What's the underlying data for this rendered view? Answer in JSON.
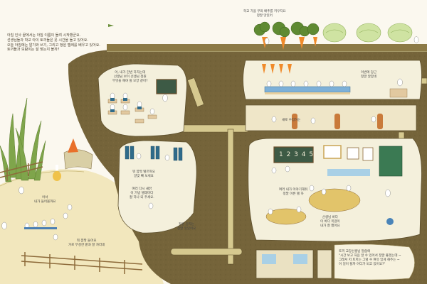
{
  "story_intro": {
    "lines": [
      "아침 인사 끝에서는 아침 이름이 들려 시작했군요.",
      "선생님들과 학교 아이 토끼들은 뭇 시간을 돌고 있어요.",
      "오늘 아침에는 알기와 쓰기, 그리고 정원 텔레를 배우고 있어요.",
      "토끼들과 보람이는 잘 맞는지 볼까?"
    ]
  },
  "garden_caption": {
    "lines": [
      "학교 가을 무와 배추를 키우지요",
      "정말 맛있어"
    ]
  },
  "meadow_caption": {
    "lines": [
      "어서",
      "내가 들어볼까요"
    ]
  },
  "path_caption": {
    "lines": [
      "뭐 깜짝 들어요",
      "가로 무성한 밭과 잘 자라네"
    ]
  },
  "classroom_speech": {
    "lines": [
      "어, 내가 한번 하자는데",
      "선생님 보이 선생님 정원",
      "무엇을 해야 될 모양 같아?"
    ]
  },
  "storeroom_speech": {
    "lines": [
      "이번에 당근",
      "정말 알맞네"
    ]
  },
  "hall_sign": "새로 수업하는",
  "lockerroom_speech": {
    "lines": [
      "뭐 깜짝 텔르까요",
      "알맞 빼 보세요"
    ]
  },
  "lockerroom_speech2": {
    "lines": [
      "여러 다시 새맑",
      "이 가방 텔레마다",
      "잘 하나 되 주세요."
    ]
  },
  "kitchen_speech": {
    "lines": [
      "정원 감자는",
      "정말 맛있어요"
    ]
  },
  "hallway_speech": {
    "lines": [
      "여러 내가 이야기해줘",
      "정말 어른 텔 하"
    ]
  },
  "artroom_speech": {
    "lines": [
      "선생님 바다",
      "이 바다 목걸이",
      "내가 잘 했어요"
    ]
  },
  "lower_story": {
    "lines": [
      "토끼 교장선생님 말씀에",
      "\"시간 보고 처음 알 수 있어서 정말 좋겠는데 ~",
      "그래서 저 토끼는 그럴 수 여유 있게 해주는 ~",
      "이 일이 될까 어디가 되고 있어요?\""
    ]
  },
  "chalkboard_numbers": "1 2 3 4 5",
  "colors": {
    "soil": "#75643a",
    "soil_dark": "#5d4f2c",
    "room": "#f4f0dc",
    "grass": "#7fa54b",
    "meadow": "#f2e7bd",
    "sky": "#fbf8ef",
    "carrot": "#f08a2a"
  }
}
